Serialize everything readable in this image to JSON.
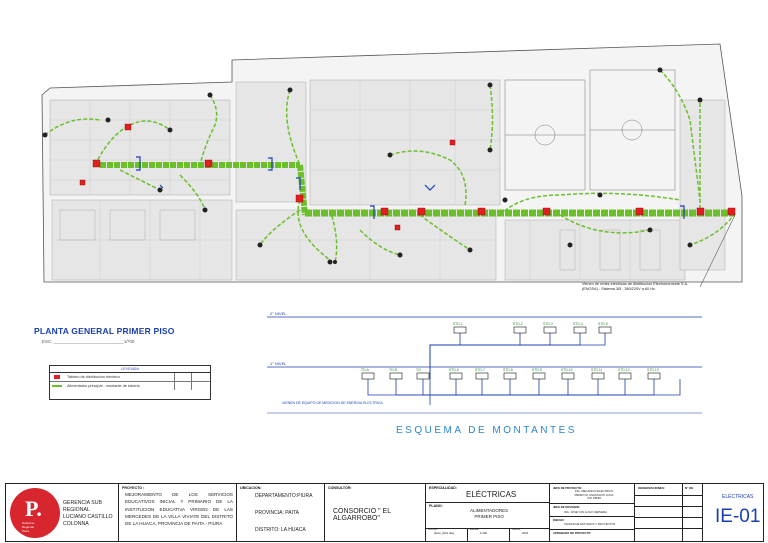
{
  "drawing": {
    "plan_title": "PLANTA GENERAL PRIMER PISO",
    "scale_label": "ESC: ____________________________1/*00",
    "note_lines": [
      "Vienen de redes electricas de distribucion Electronoroeste S.A.",
      "(ENOSA) - Sistema 3Ø - 380/220V a 60 Hz."
    ],
    "schema_title": "ESQUEMA DE MONTANTES",
    "floor_2": "2° NIVEL",
    "floor_1": "1° NIVEL",
    "diagram_note": "VIENEN DE EQUIPO DE MEDICION DE ENERGIA ELECTRICA",
    "top_boards": [
      "STD-1",
      "STD-2",
      "STD-3",
      "STD-4",
      "STD-5"
    ],
    "bottom_boards": [
      "TD-A",
      "TD-B",
      "TG",
      "STD-6",
      "STD-7",
      "STD-8",
      "STD-9",
      "STD-10",
      "STD-11",
      "STD-12",
      "STD-13"
    ]
  },
  "legend": {
    "title": "LEYENDA",
    "rows": [
      {
        "text": "Tablero de distribucion electrico",
        "color": "#e02020"
      },
      {
        "text": "Alimentador principal - montante de tuberia",
        "color": "#6abf2a"
      }
    ]
  },
  "title_block": {
    "logo_letter": "P.",
    "logo_caption": [
      "Gobierno",
      "Regional",
      "Piura"
    ],
    "org_name": [
      "GERENCIA SUB REGIONAL",
      "LUCIANO CASTILLO",
      "COLONNA"
    ],
    "proyecto_label": "PROYECTO :",
    "proyecto_text": "MEJORAMIENTO DE LOS SERVICIOS EDUCATIVOS INICIAL Y PRIMARIO DE LA INSTITUCION EDUCATIVA VIRGEN DE LAS MERCEDES DE LA VILLA VIVIATE DEL DISTRITO DE LA HUACA, PROVINCIA DE PAITA - PIURA",
    "ubicacion_label": "UBICACION:",
    "departamento": "DEPARTAMENTO:PIURA",
    "provincia": "PROVINCIA: PAITA",
    "distrito": "DISTRITO: LA HUACA",
    "consultor_label": "CONSULTOR:",
    "consultor": "CONSORCIO \" EL ALGARROBO\"",
    "especialidad_label": "ESPECIALIDAD:",
    "especialidad": "ELÉCTRICAS",
    "plano_label": "PLANO:",
    "plano": [
      "ALIMENTADORES",
      "PRIMER PISO"
    ],
    "small_fields": [
      "Archivo",
      "Escala",
      "Fecha"
    ],
    "small_values": [
      "plano_IE01.dwg",
      "1/100",
      "2022"
    ],
    "jefe_label": "JEFE DE PROYECTO:",
    "jefe_lines": [
      "ING. MECANICO ELECTRICO",
      "PEDRO M. ANASTACIO LUNA",
      "CIP. 83893"
    ],
    "revision_label": "JEFE DE REVISION:",
    "revision_value": "ING. JOSE YAN LUGO CERVERA",
    "dibujo_label": "DIBUJO:",
    "dibujo_value": "UNIDAD DE ESTUDIOS Y PROYECTOS",
    "aprobado_label": "APROBADO DE PROYECTO:",
    "observaciones_label": "OBSERVACIONES:",
    "lamina_label": "N° DE",
    "sheet_category": "ELÉCTRICAS",
    "sheet_code": "IE-01"
  }
}
